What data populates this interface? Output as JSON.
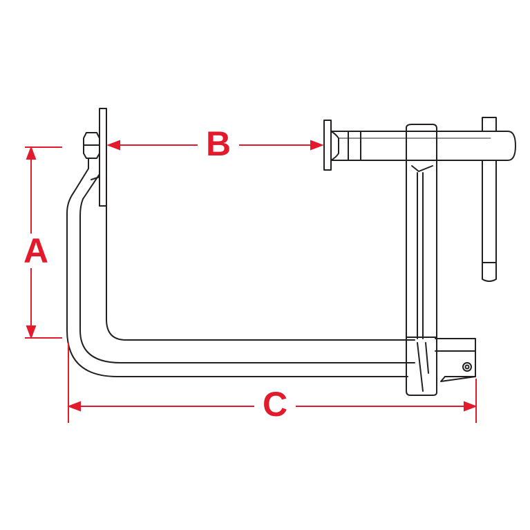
{
  "labels": {
    "a": "A",
    "b": "B",
    "c": "C"
  },
  "colors": {
    "dimension": "#e11b2c",
    "outline": "#231f20",
    "background": "#ffffff"
  }
}
